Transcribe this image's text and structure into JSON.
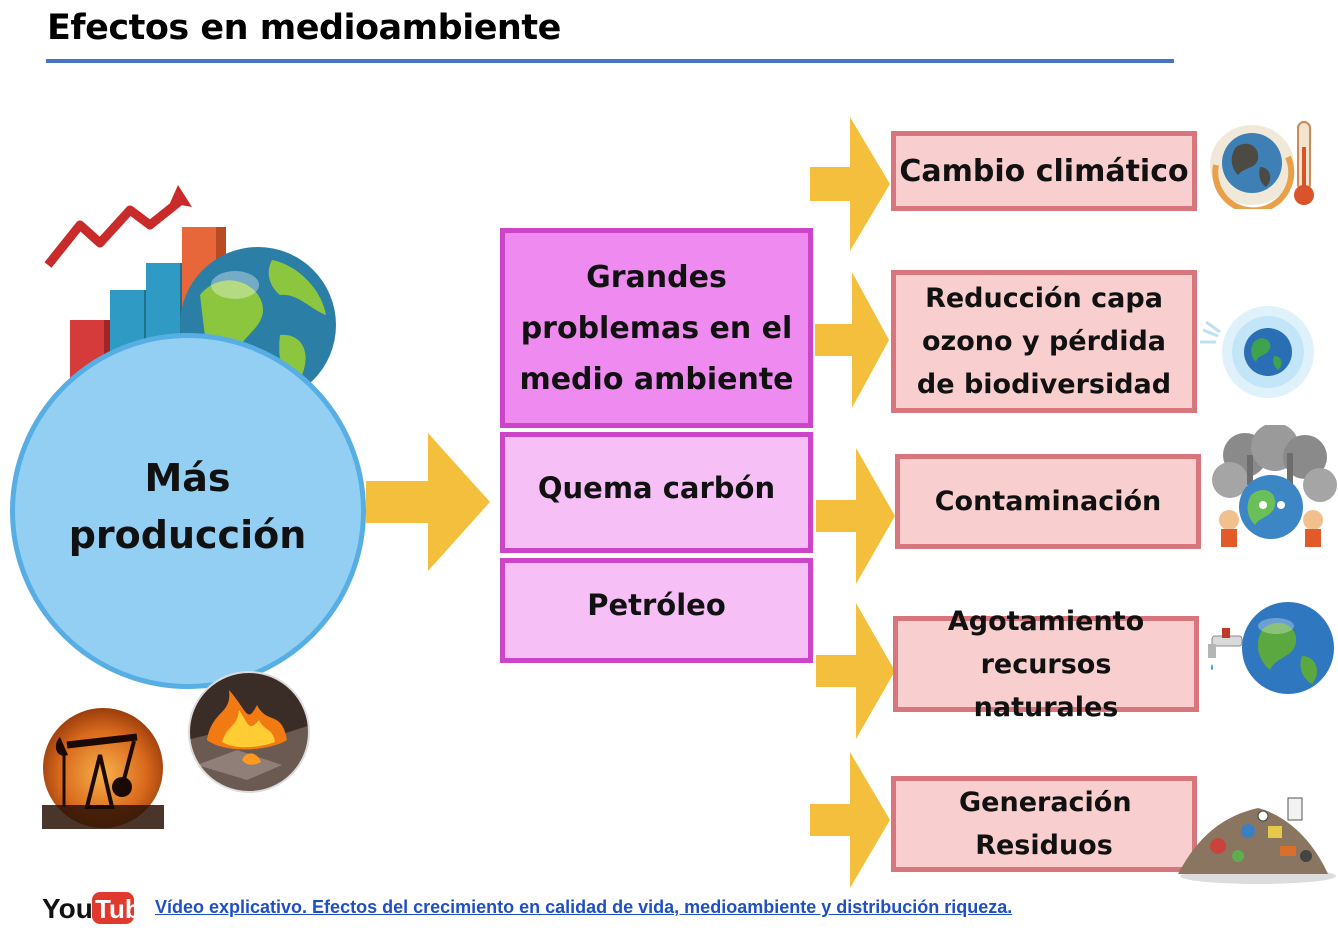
{
  "title": "Efectos en medioambiente",
  "main_node": {
    "label": "Más producción"
  },
  "middle": {
    "header": "Grandes problemas en el medio ambiente",
    "items": [
      "Quema carbón",
      "Petróleo"
    ]
  },
  "effects": [
    {
      "label": "Cambio climático",
      "icon": "globe-thermometer-icon"
    },
    {
      "label": "Reducción capa ozono y pérdida de biodiversidad",
      "icon": "earth-ozone-icon"
    },
    {
      "label": "Contaminación",
      "icon": "polluted-earth-icon"
    },
    {
      "label": "Agotamiento recursos naturales",
      "icon": "earth-faucet-icon"
    },
    {
      "label": "Generación Residuos",
      "icon": "garbage-pile-icon"
    }
  ],
  "footer": {
    "logo": "YouTube",
    "link_text": "Vídeo explicativo. Efectos del crecimiento en calidad de vida, medioambiente y distribución riqueza."
  },
  "colors": {
    "title_rule": "#4a72c2",
    "circle_fill": "#93cff2",
    "circle_border": "#56aee4",
    "header_box": "#ef8bf0",
    "sub_box": "#f6c0f7",
    "magenta_border": "#cc44c8",
    "effect_box": "#f8cece",
    "effect_border": "#d8767e",
    "arrow": "#f4bf3d",
    "link": "#1f4fc4"
  }
}
